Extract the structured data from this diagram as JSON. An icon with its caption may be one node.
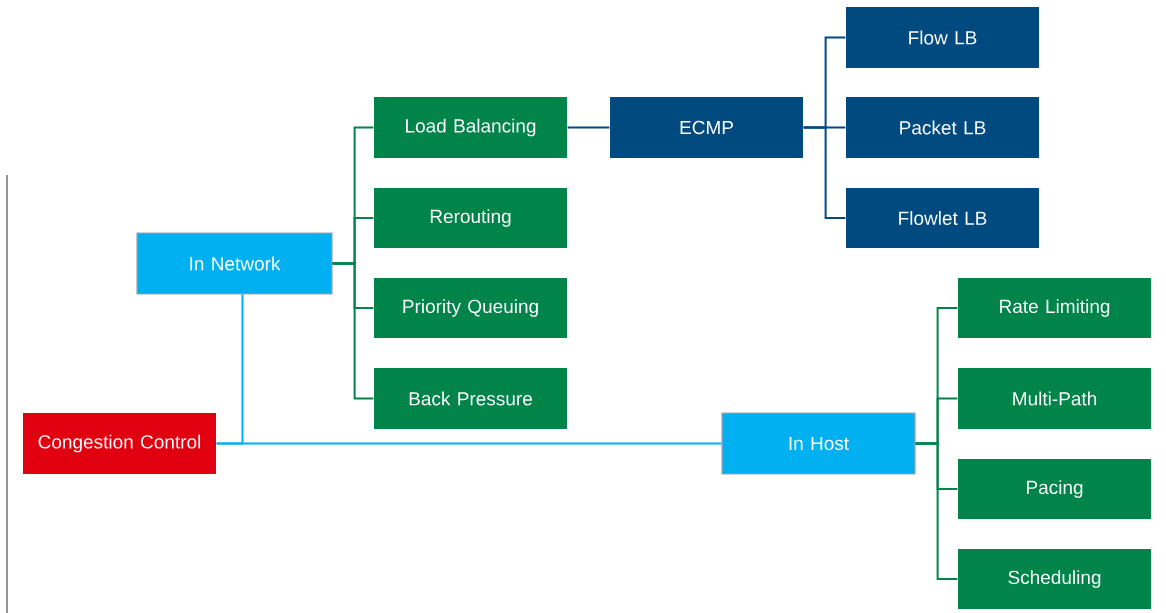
{
  "diagram": {
    "nodes": [
      {
        "text": [
          "Congestion Control"
        ]
      },
      {
        "text": [
          "In Network"
        ]
      },
      {
        "text": [
          "In Host"
        ]
      },
      {
        "text": [
          "Load Balancing"
        ]
      },
      {
        "text": [
          "Rerouting"
        ]
      },
      {
        "text": [
          "Priority Queuing"
        ]
      },
      {
        "text": [
          "Back Pressure"
        ]
      },
      {
        "text": [
          "ECMP"
        ]
      },
      {
        "text": [
          "Flow LB"
        ]
      },
      {
        "text": [
          "Packet LB"
        ]
      },
      {
        "text": [
          "Flowlet LB"
        ]
      },
      {
        "text": [
          "Rate Limiting"
        ]
      },
      {
        "text": [
          "Multi-Path"
        ]
      },
      {
        "text": [
          "Pacing"
        ]
      },
      {
        "text": [
          "Scheduling"
        ]
      }
    ],
    "edges": [
      {
        "from": 0,
        "to": 1,
        "arrow": "none",
        "color": "#00b0f0"
      },
      {
        "from": 0,
        "to": 2,
        "arrow": "none",
        "color": "#00b0f0"
      },
      {
        "from": 1,
        "to": 3,
        "arrow": "none"
      },
      {
        "from": 1,
        "to": 4,
        "arrow": "none"
      },
      {
        "from": 1,
        "to": 5,
        "arrow": "none"
      },
      {
        "from": 1,
        "to": 6,
        "arrow": "none"
      },
      {
        "from": 3,
        "to": 7,
        "arrow": "none",
        "color": "#004a80"
      },
      {
        "from": 7,
        "to": 8,
        "arrow": "none",
        "color": "#004a80"
      },
      {
        "from": 7,
        "to": 9,
        "arrow": "none",
        "color": "#004a80"
      },
      {
        "from": 7,
        "to": 10,
        "arrow": "none",
        "color": "#004a80"
      },
      {
        "from": 2,
        "to": 11,
        "arrow": "none"
      },
      {
        "from": 2,
        "to": 12,
        "arrow": "none"
      },
      {
        "from": 2,
        "to": 13,
        "arrow": "none"
      },
      {
        "from": 2,
        "to": 14,
        "arrow": "none"
      }
    ]
  }
}
